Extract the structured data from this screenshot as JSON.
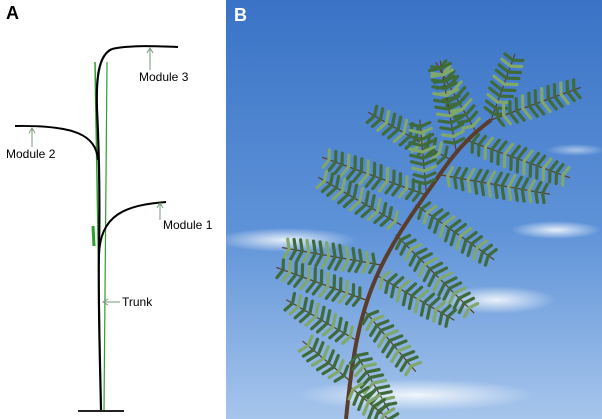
{
  "panel_a": {
    "letter": "A",
    "labels": {
      "module3": "Module 3",
      "module2": "Module 2",
      "module1": "Module 1",
      "trunk": "Trunk"
    },
    "colors": {
      "branch": "#000000",
      "guide": "#2e9e2e",
      "arrow": "#7a9a7a"
    }
  },
  "panel_b": {
    "letter": "B",
    "colors": {
      "sky_top": "#3f78c9",
      "sky_bottom": "#9fc1ea",
      "stem": "#5a3d2a",
      "leaf": "#3f6b3a",
      "leaf_light": "#7fa86a"
    }
  }
}
